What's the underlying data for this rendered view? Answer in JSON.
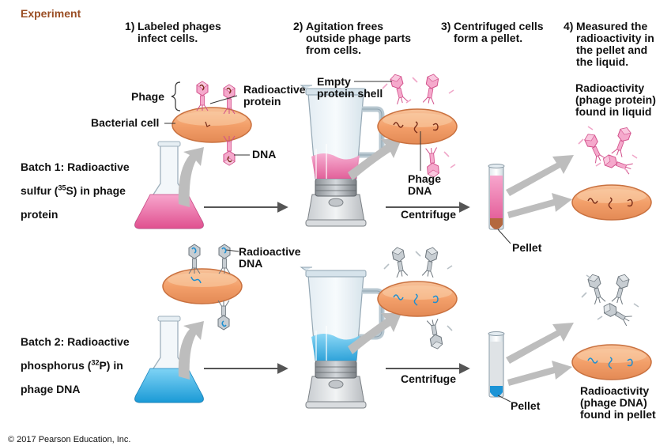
{
  "title": "Experiment",
  "steps": [
    {
      "num": "1)",
      "text": "Labeled phages\ninfect cells."
    },
    {
      "num": "2)",
      "text": "Agitation frees\noutside phage parts\nfrom cells."
    },
    {
      "num": "3)",
      "text": "Centrifuged cells\nform a pellet."
    },
    {
      "num": "4)",
      "text": "Measured the\nradioactivity in\nthe pellet and\nthe liquid."
    }
  ],
  "batch1": {
    "line1": "Batch 1: Radioactive",
    "line2_pre": "sulfur (",
    "isotope_mass": "35",
    "line2_post": "S) in phage",
    "line3": "protein"
  },
  "batch2": {
    "line1": "Batch 2: Radioactive",
    "line2_pre": "phosphorus (",
    "isotope_mass": "32",
    "line2_post": "P) in",
    "line3": "phage DNA"
  },
  "labels": {
    "phage": "Phage",
    "bacterial_cell": "Bacterial cell",
    "radioactive_protein": "Radioactive\nprotein",
    "dna": "DNA",
    "empty_protein_shell": "Empty\nprotein shell",
    "phage_dna": "Phage\nDNA",
    "centrifuge_1": "Centrifuge",
    "centrifuge_2": "Centrifuge",
    "pellet_1": "Pellet",
    "pellet_2": "Pellet",
    "radioactive_dna": "Radioactive\nDNA",
    "result_1": "Radioactivity\n(phage protein)\nfound in liquid",
    "result_2": "Radioactivity\n(phage DNA)\nfound in pellet"
  },
  "copyright": "© 2017 Pearson Education, Inc.",
  "colors": {
    "title": "#9a4e24",
    "protein_label": "#e96fa6",
    "dna_label": "#29a3dd",
    "cell_fill": "#f0a777",
    "cell_edge": "#c9713f",
    "arrow_gray": "#b3b3b3"
  }
}
